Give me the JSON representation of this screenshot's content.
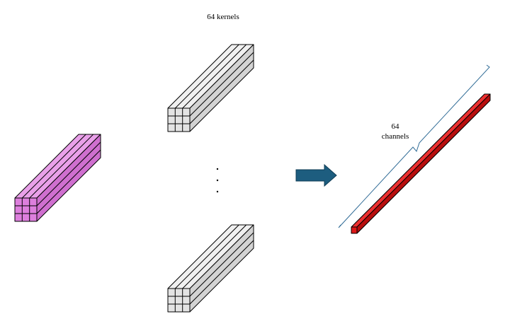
{
  "labels": {
    "kernels": "64 kernels",
    "channels_count": "64",
    "channels_word": "channels"
  },
  "colors": {
    "input_tensor_fill": "#dd7fdd",
    "kernel_fill": "#e3e3e3",
    "output_fill": "#dd1818",
    "arrow_fill": "#1d5d7f",
    "brace_stroke": "#2f6b96",
    "outline": "#000000"
  }
}
